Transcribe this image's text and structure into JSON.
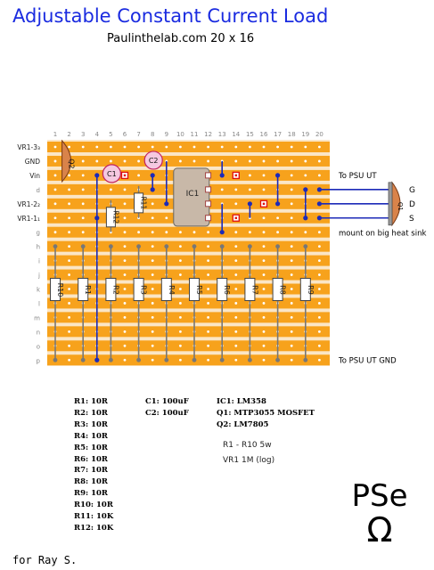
{
  "title": "Adjustable Constant Current Load",
  "subtitle": "Paulinthelab.com 20 x 16",
  "columns": [
    "1",
    "2",
    "3",
    "4",
    "5",
    "6",
    "7",
    "8",
    "9",
    "10",
    "11",
    "12",
    "13",
    "14",
    "15",
    "16",
    "17",
    "18",
    "19",
    "20"
  ],
  "row_labels": [
    "VR1-3₃",
    "GND",
    "Vin",
    "d",
    "VR1-2₂",
    "VR1-1₁",
    "g",
    "h",
    "i",
    "j",
    "k",
    "l",
    "m",
    "n",
    "o",
    "p"
  ],
  "right_labels": {
    "psu_ut": "To PSU UT",
    "heatsink": "mount on big heat sink",
    "psu_gnd": "To PSU UT GND",
    "g": "G",
    "d": "D",
    "s": "S"
  },
  "components": {
    "c1": "C1",
    "c2": "C2",
    "ic1": "IC1",
    "q1": "Q1",
    "q2": "Q2",
    "r11": "R11",
    "r12": "R12",
    "resistors": [
      "R10",
      "R1",
      "R2",
      "R3",
      "R4",
      "R5",
      "R6",
      "R7",
      "R8",
      "R9"
    ]
  },
  "parts_col1": [
    "R1: 10R",
    "R2: 10R",
    "R3: 10R",
    "R4: 10R",
    "R5: 10R",
    "R6: 10R",
    "R7: 10R",
    "R8: 10R",
    "R9: 10R",
    "R10: 10R",
    "R11: 10K",
    "R12: 10K"
  ],
  "parts_col2": [
    "C1: 100uF",
    "C2: 100uF"
  ],
  "parts_col3": [
    "IC1: LM358",
    "Q1: MTP3055 MOSFET",
    "Q2: LM7805"
  ],
  "notes": [
    "R1 - R10 5w",
    "VR1 1M (log)"
  ],
  "footer": "for Ray S.",
  "logo": {
    "line1": "PSe",
    "line2": "Ω"
  },
  "colors": {
    "title": "#1a2be0",
    "strip": "#f7a21c",
    "strip_gap": "#fbe6c6",
    "hole": "#ffffff",
    "wire": "#1c2ab8",
    "node": "#1c2ab8",
    "cut": "#e01010",
    "cap_fill": "#f5c8e0",
    "q_fill": "#d9834a",
    "ic_fill": "#c8b8a8"
  }
}
